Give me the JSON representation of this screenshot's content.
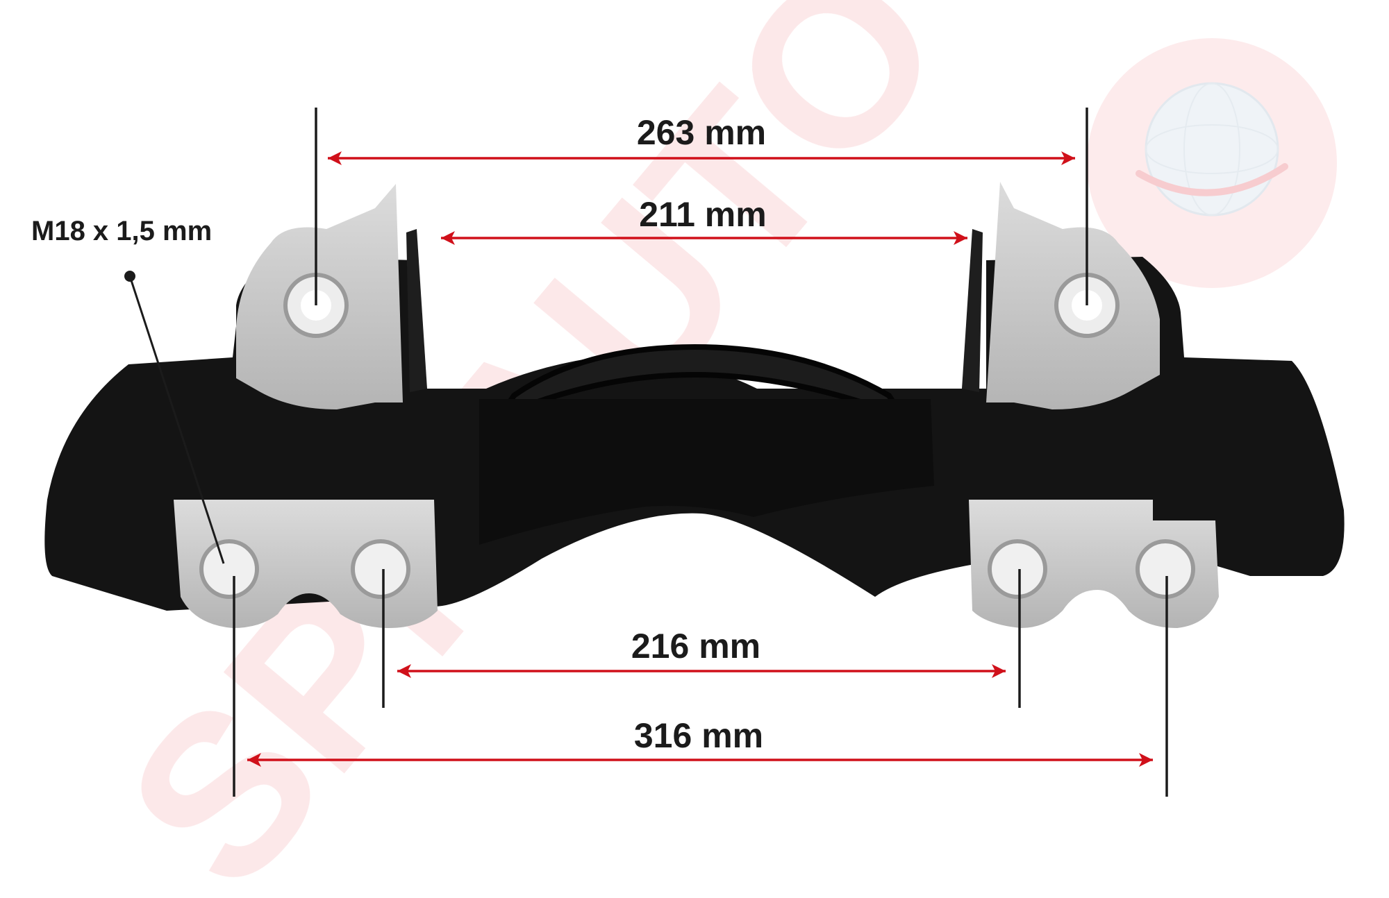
{
  "colors": {
    "background": "#ffffff",
    "dimension_arrow": "#d0101a",
    "extension_line": "#1b1b1b",
    "text": "#1b1b1b",
    "carrier_body": "#141414",
    "carrier_metal": "#c8c8c8",
    "watermark": "#fbe2e3"
  },
  "dimensions": {
    "top_outer": "263 mm",
    "top_inner": "211 mm",
    "bottom_inner": "216 mm",
    "bottom_outer": "316 mm"
  },
  "thread_callout": "M18 x 1,5 mm",
  "watermark": {
    "text": "SPRAUTO",
    "logo": "globe-logo-icon"
  }
}
